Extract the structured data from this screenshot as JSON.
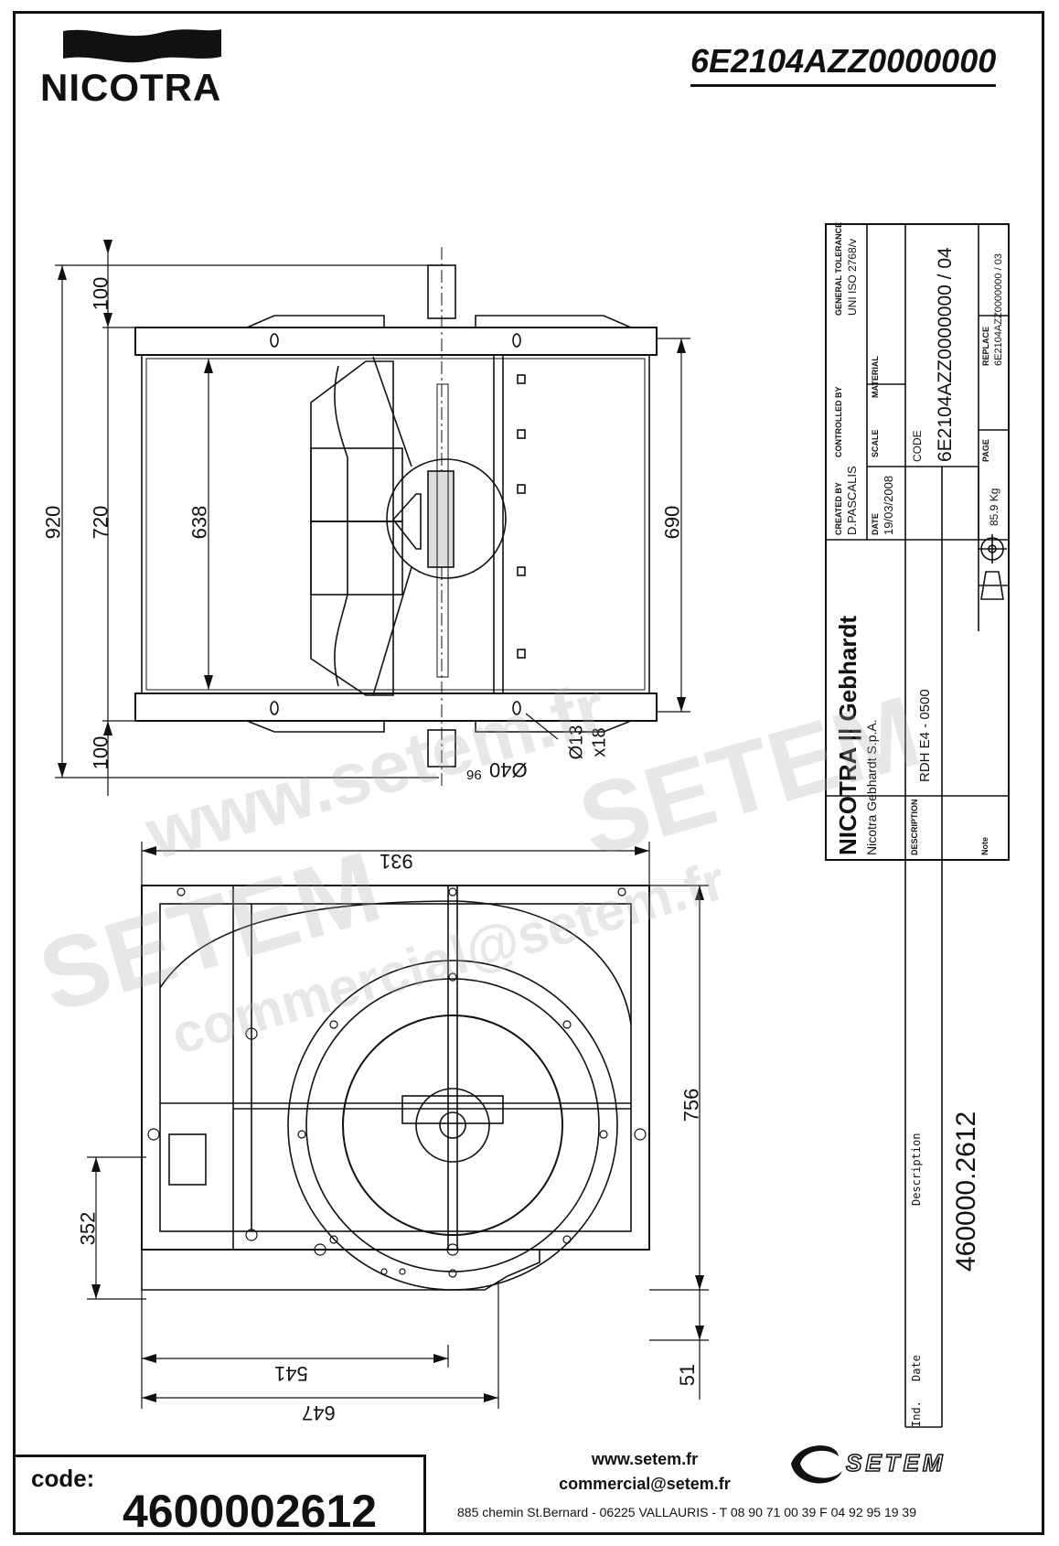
{
  "header": {
    "brand": "NICOTRA",
    "drawing_code": "6E2104AZZ0000000"
  },
  "dimensions": {
    "d920": "920",
    "d720": "720",
    "d638": "638",
    "d690": "690",
    "d100_top": "100",
    "d100_bottom": "100",
    "d40": "Ø40",
    "d96": "96",
    "hole": "Ø13",
    "hole_count": "x18",
    "d931": "931",
    "d756": "756",
    "d352": "352",
    "d541": "541",
    "d647": "647",
    "d51": "51"
  },
  "title_block": {
    "general_tolerance_label": "GENERAL TOLERANCE",
    "general_tolerance": "UNI ISO 2768/v",
    "controlled_by_label": "CONTROLLED BY",
    "material_label": "MATERIAL",
    "scale_label": "SCALE",
    "created_by_label": "CREATED BY",
    "created_by": "D.PASCALIS",
    "date_label": "DATE",
    "date": "19/03/2008",
    "code_label": "CODE",
    "code": "6E2104AZZ0000000 / 04",
    "replace_label": "REPLACE",
    "replace": "6E2104AZZ0000000 / 03",
    "page_label": "PAGE",
    "weight": "85.9 Kg",
    "company_brand_1": "NICOTRA",
    "company_brand_2": "Gebhardt",
    "company_name": "Nicotra Gebhardt S.p.A.",
    "description_label": "DESCRIPTION",
    "description": "RDH E4 - 0500",
    "note_label": "Note"
  },
  "side_panel": {
    "description_label": "Description",
    "reference": "460000.2612",
    "ind_label": "Ind.",
    "date_label": "Date"
  },
  "footer": {
    "code_label": "code:",
    "code_value": "4600002612",
    "website": "www.setem.fr",
    "email": "commercial@setem.fr",
    "address": "885 chemin St.Bernard  -  06225 VALLAURIS  -  T 08 90 71 00 39   F 04 92 95 19 39",
    "setem_logo_text": "SETEM"
  },
  "watermark": {
    "line1": "www.setem.fr",
    "line2": "SETEM",
    "line3": "SETEM",
    "line4": "commercial@setem.fr"
  }
}
